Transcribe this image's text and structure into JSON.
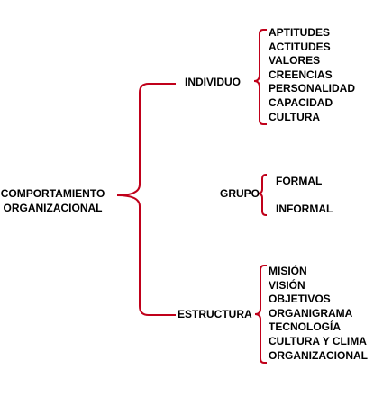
{
  "root": {
    "line1": "COMPORTAMIENTO",
    "line2": "ORGANIZACIONAL"
  },
  "branches": {
    "individuo": {
      "label": "INDIVIDUO",
      "items": [
        "APTITUDES",
        "ACTITUDES",
        "VALORES",
        "CREENCIAS",
        "PERSONALIDAD",
        "CAPACIDAD",
        "CULTURA"
      ]
    },
    "grupo": {
      "label": "GRUPO",
      "items": [
        "FORMAL",
        "INFORMAL"
      ]
    },
    "estructura": {
      "label": "ESTRUCTURA",
      "items": [
        "MISIÓN",
        "VISIÓN",
        "OBJETIVOS",
        "ORGANIGRAMA",
        "TECNOLOGÍA",
        "CULTURA Y CLIMA",
        "ORGANIZACIONAL"
      ]
    }
  },
  "colors": {
    "bracket": "#c0001a",
    "text": "#000000"
  }
}
